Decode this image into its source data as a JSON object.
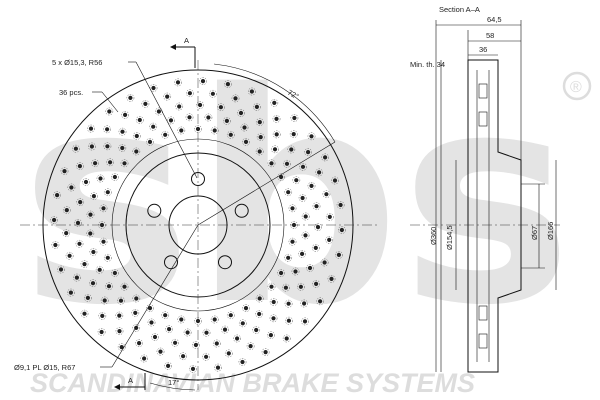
{
  "watermark": {
    "logo": "sbs",
    "registered": "®",
    "tagline": "SCANDINAVIAN BRAKE SYSTEMS"
  },
  "front_view": {
    "labels": {
      "bolt_holes": "5 x Ø15,3, R56",
      "pcs": "36 pcs.",
      "hole_spec": "Ø9,1 PL Ø15, R67",
      "section_top": "A",
      "section_bottom": "A",
      "angle_top": "72°",
      "angle_bottom": "17°"
    }
  },
  "section_view": {
    "title": "Section A–A",
    "min_thickness": "Min. th. 34",
    "dims": {
      "width_total": "64,5",
      "width_mid": "58",
      "width_inner": "36",
      "dia_outer": "Ø360",
      "dia_mid": "Ø154,5",
      "dia_hub": "Ø67",
      "dia_bore": "Ø166"
    }
  },
  "colors": {
    "line": "#111111",
    "watermark": "#e4e4e4"
  }
}
